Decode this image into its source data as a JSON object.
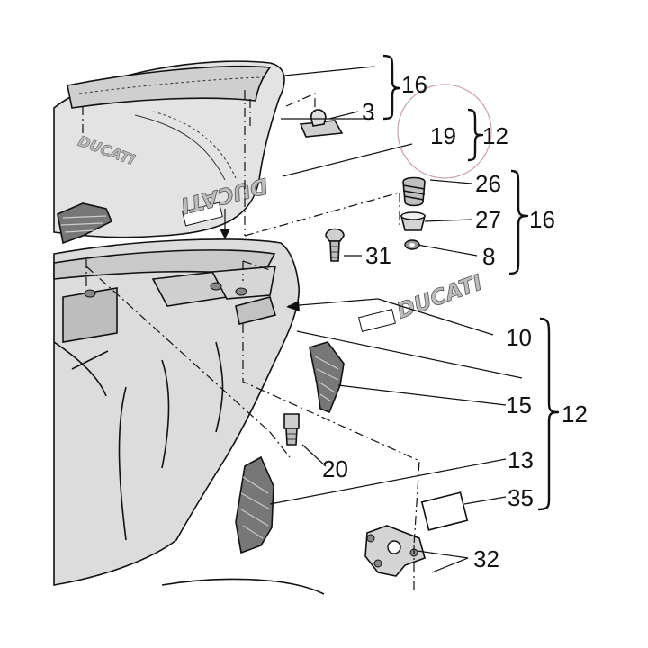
{
  "callouts": {
    "c3": "3",
    "c19": "19",
    "c26": "26",
    "c27": "27",
    "c8": "8",
    "c31": "31",
    "c10": "10",
    "c15": "15",
    "c20": "20",
    "c13": "13",
    "c35": "35",
    "c32": "32"
  },
  "groups": {
    "g16_top": "16",
    "g12_small": "12",
    "g16_mid": "16",
    "g12_main": "12"
  },
  "logos": {
    "seat": "DUCATI",
    "mirrored": "DUCATI",
    "tail": "DUCATI"
  },
  "colors": {
    "line": "#111111",
    "body_fill": "#dcdcdc",
    "logo_fill": "#b8b8b8",
    "highlight_circle": "#c9a3a6"
  }
}
